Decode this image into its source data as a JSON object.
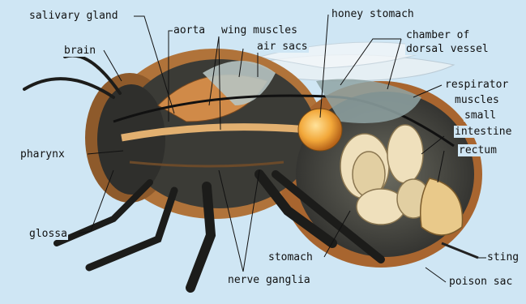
{
  "labels": {
    "salivary_gland": "salivary gland",
    "aorta": "aorta",
    "wing_muscles": "wing muscles",
    "honey_stomach": "honey stomach",
    "chamber_of": "chamber of",
    "dorsal_vessel": "dorsal vessel",
    "brain": "brain",
    "air_sacs": "air sacs",
    "respirator": "respirator",
    "muscles": "muscles",
    "small": "small",
    "intestine": "intestine",
    "rectum": "rectum",
    "pharynx": "pharynx",
    "glossa": "glossa",
    "stomach": "stomach",
    "sting": "sting",
    "poison_sac": "poison sac",
    "nerve_ganglia": "nerve ganglia"
  },
  "colors": {
    "background": "#cfe6f4",
    "body_dark": "#2a2a2a",
    "hair": "#b0733a",
    "muscle": "#d08a48",
    "honey_stomach": "#f2a83a",
    "intestine": "#e8d7b0",
    "air_sac": "#8fa3a3",
    "wing": "#e8f0f4"
  }
}
